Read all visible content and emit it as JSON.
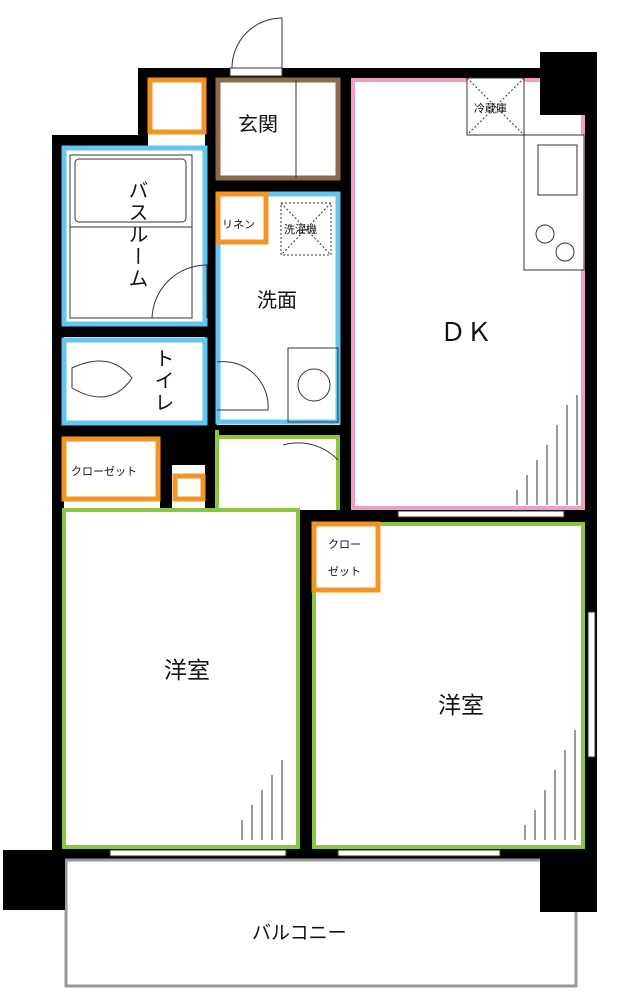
{
  "colors": {
    "wall": "#000000",
    "entrance": "#8b6b4a",
    "storage": "#f39425",
    "wet_area": "#62c6ef",
    "dk": "#f09cc3",
    "western_room": "#8cc63f",
    "balcony": "#999999"
  },
  "rooms": {
    "entrance": "玄関",
    "bathroom": "バスルーム",
    "toilet": "トイレ",
    "washroom": "洗面",
    "linen": "リネン",
    "washing_machine": "洗濯機",
    "refrigerator": "冷蔵庫",
    "dk": "ＤＫ",
    "closet_left": "クローゼット",
    "closet_right_line1": "クロー",
    "closet_right_line2": "ゼット",
    "western_room_left": "洋室",
    "western_room_right": "洋室",
    "balcony": "バルコニー"
  }
}
